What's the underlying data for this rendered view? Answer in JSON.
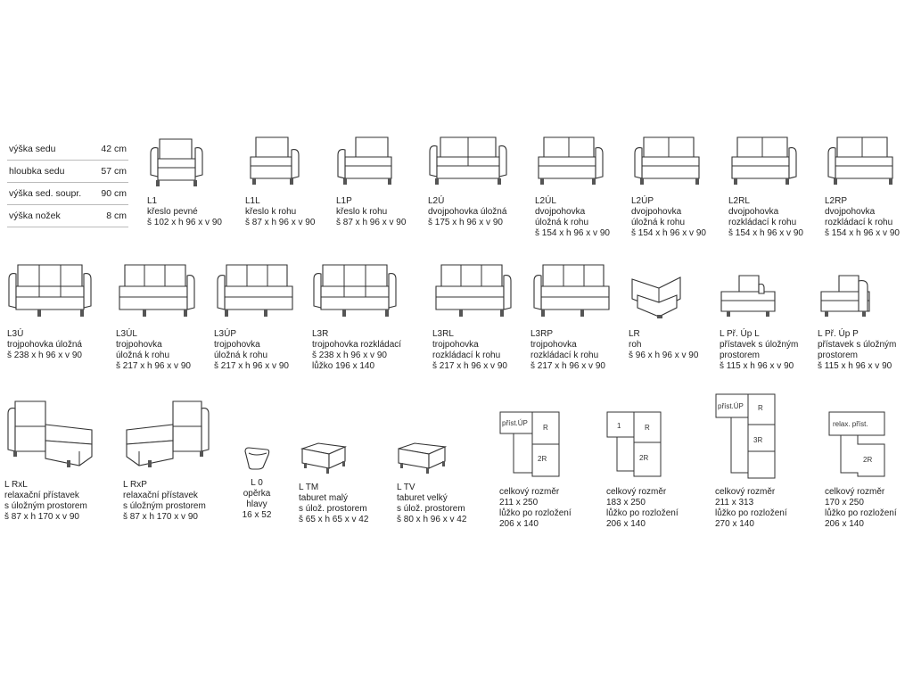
{
  "spec_table": [
    {
      "label": "výška sedu",
      "value": "42 cm"
    },
    {
      "label": "hloubka sedu",
      "value": "57 cm"
    },
    {
      "label": "výška sed. soupr.",
      "value": "90 cm"
    },
    {
      "label": "výška nožek",
      "value": "8 cm"
    }
  ],
  "items": [
    {
      "code": "L1",
      "desc": [
        "křeslo pevné"
      ],
      "dim": "š 102 x h 96 x v 90"
    },
    {
      "code": "L1L",
      "desc": [
        "křeslo k rohu"
      ],
      "dim": "š 87 x h 96 x v 90"
    },
    {
      "code": "L1P",
      "desc": [
        "křeslo k rohu"
      ],
      "dim": "š 87 x h 96 x v 90"
    },
    {
      "code": "L2Ú",
      "desc": [
        "dvojpohovka úložná"
      ],
      "dim": "š 175 x h 96 x v 90"
    },
    {
      "code": "L2ÚL",
      "desc": [
        "dvojpohovka",
        "úložná k rohu"
      ],
      "dim": "š 154 x h 96 x v 90"
    },
    {
      "code": "L2ÚP",
      "desc": [
        "dvojpohovka",
        "úložná k rohu"
      ],
      "dim": "š 154 x h 96 x v 90"
    },
    {
      "code": "L2RL",
      "desc": [
        "dvojpohovka",
        "rozkládací k rohu"
      ],
      "dim": "š 154 x h 96 x v 90"
    },
    {
      "code": "L2RP",
      "desc": [
        "dvojpohovka",
        "rozkládací k rohu"
      ],
      "dim": "š 154 x h 96 x v 90"
    },
    {
      "code": "L3Ú",
      "desc": [
        "trojpohovka úložná"
      ],
      "dim": "š 238 x h 96 x v 90"
    },
    {
      "code": "L3ÚL",
      "desc": [
        "trojpohovka",
        "úložná k rohu"
      ],
      "dim": "š 217 x h 96 x v 90"
    },
    {
      "code": "L3ÚP",
      "desc": [
        "trojpohovka",
        "úložná k rohu"
      ],
      "dim": "š 217 x h 96 x v 90"
    },
    {
      "code": "L3R",
      "desc": [
        "trojpohovka rozkládací"
      ],
      "dim": "š 238 x h 96 x v 90",
      "extra": "lůžko 196 x 140"
    },
    {
      "code": "L3RL",
      "desc": [
        "trojpohovka",
        "rozkládací k rohu"
      ],
      "dim": "š 217 x h 96 x v 90"
    },
    {
      "code": "L3RP",
      "desc": [
        "trojpohovka",
        "rozkládací k rohu"
      ],
      "dim": "š 217 x h 96 x v 90"
    },
    {
      "code": "LR",
      "desc": [
        "roh"
      ],
      "dim": "š 96 x h 96 x v 90"
    },
    {
      "code": "L Př. Úp L",
      "desc": [
        "přístavek s úložným",
        "prostorem"
      ],
      "dim": "š 115 x h 96 x v 90"
    },
    {
      "code": "L Př. Úp P",
      "desc": [
        "přístavek s úložným",
        "prostorem"
      ],
      "dim": "š 115 x h 96 x v 90"
    },
    {
      "code": "L RxL",
      "desc": [
        "relaxační přístavek",
        "s úložným prostorem"
      ],
      "dim": "š 87 x h 170 x v 90"
    },
    {
      "code": "L RxP",
      "desc": [
        "relaxační přístavek",
        "s úložným prostorem"
      ],
      "dim": "š 87 x h 170 x v 90"
    },
    {
      "code": "L 0",
      "desc": [
        "opěrka",
        "hlavy"
      ],
      "dim": "16 x 52"
    },
    {
      "code": "L TM",
      "desc": [
        "taburet malý",
        "s úlož. prostorem"
      ],
      "dim": "š 65 x h 65 x v 42"
    },
    {
      "code": "L TV",
      "desc": [
        "taburet velký",
        "s úlož. prostorem"
      ],
      "dim": "š 80 x h 96 x v 42"
    }
  ],
  "sets": [
    {
      "label": "celkový rozměr",
      "size": "211 x 250",
      "bed_label": "lůžko po rozložení",
      "bed": "206 x 140",
      "parts": [
        "příst.ÚP",
        "R",
        "2R"
      ]
    },
    {
      "label": "celkový rozměr",
      "size": "183 x 250",
      "bed_label": "lůžko po rozložení",
      "bed": "206 x 140",
      "parts": [
        "1",
        "R",
        "2R"
      ]
    },
    {
      "label": "celkový rozměr",
      "size": "211 x 313",
      "bed_label": "lůžko po rozložení",
      "bed": "270 x 140",
      "parts": [
        "příst.ÚP",
        "R",
        "3R"
      ]
    },
    {
      "label": "celkový rozměr",
      "size": "170 x 250",
      "bed_label": "lůžko po rozložení",
      "bed": "206 x 140",
      "parts": [
        "relax. příst.",
        "2R"
      ]
    }
  ]
}
